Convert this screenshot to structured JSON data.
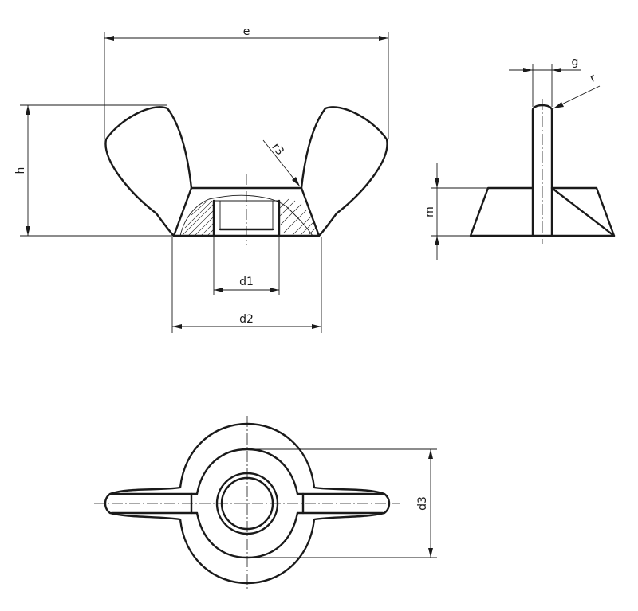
{
  "labels": {
    "e": "e",
    "h": "h",
    "d1": "d1",
    "d2": "d2",
    "d3": "d3",
    "m": "m",
    "g": "g",
    "r": "r",
    "r3": "r3"
  }
}
